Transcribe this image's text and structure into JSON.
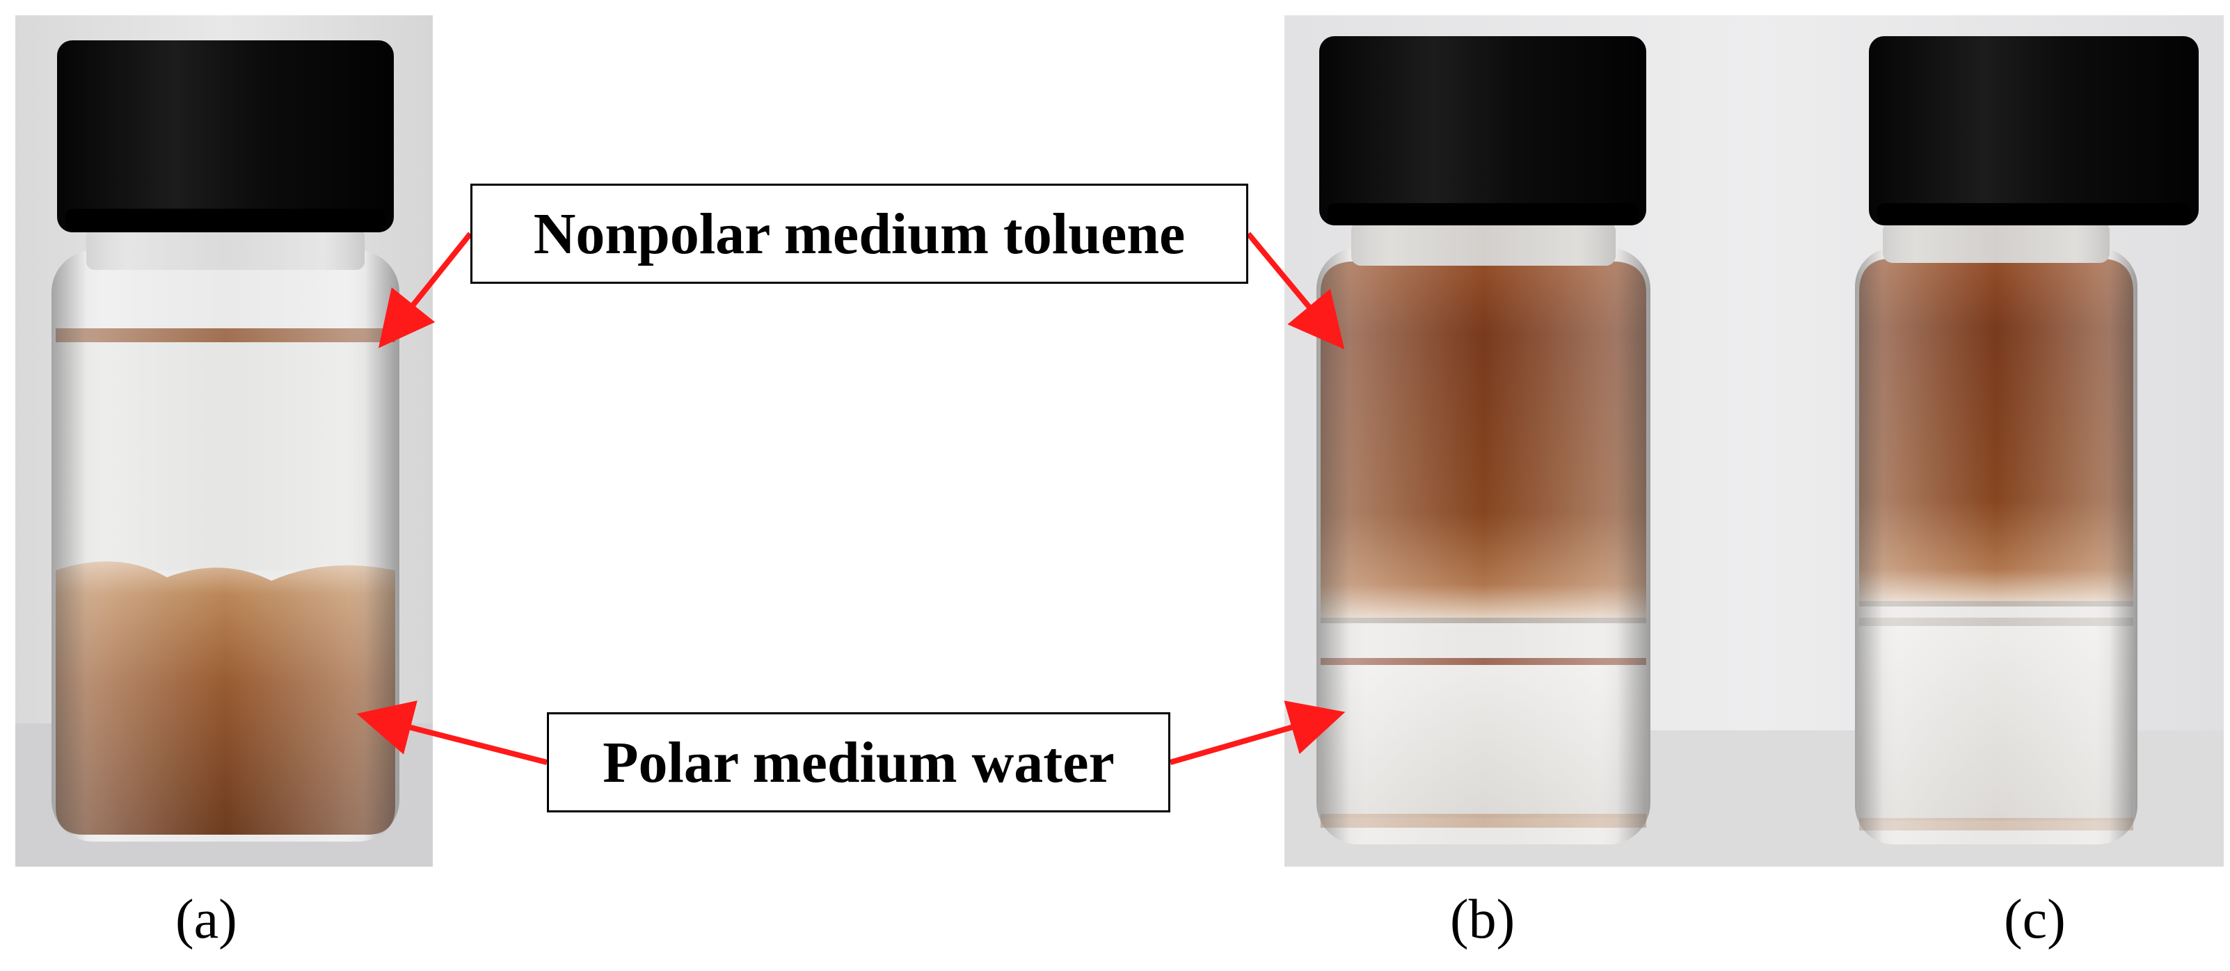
{
  "labels": {
    "nonpolar": "Nonpolar medium toluene",
    "polar": "Polar medium water"
  },
  "captions": {
    "a": "(a)",
    "b": "(b)",
    "c": "(c)"
  },
  "colors": {
    "arrow": "#ff1a1a",
    "cap": "#0a0a0a",
    "dark_liquid": "#5a1d04",
    "brown_liquid": "#8a3a10",
    "clear_liquid": "#e6e4e0",
    "background": "#e4e3e4"
  }
}
